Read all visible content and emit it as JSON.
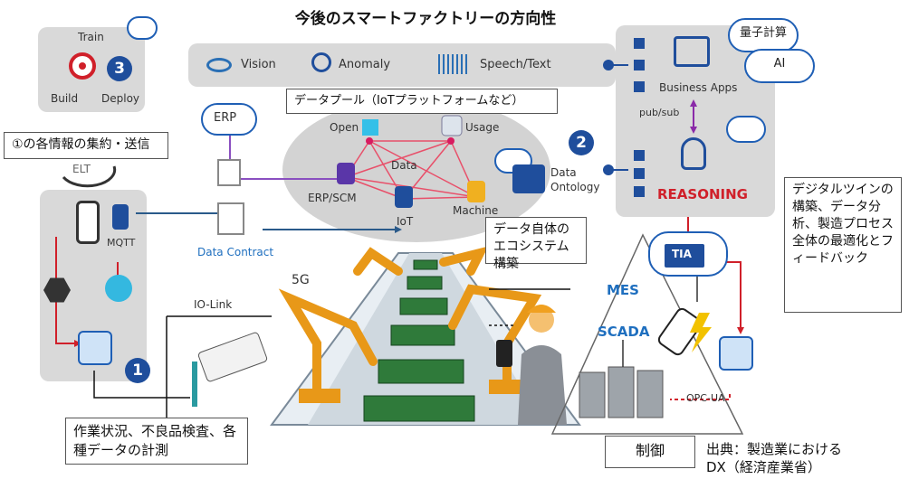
{
  "title": "今後のスマートファクトリーの方向性",
  "top_left": {
    "train": "Train",
    "build": "Build",
    "deploy": "Deploy",
    "badge": "3"
  },
  "capabilities": {
    "vision": "Vision",
    "anomaly": "Anomaly",
    "speech": "Speech/Text"
  },
  "business": {
    "label": "Business Apps",
    "pubsub": "pub/sub",
    "reasoning": "REASONING",
    "badge": "2"
  },
  "clouds": {
    "quantum": "量子計算",
    "ai": "AI"
  },
  "data_pool": {
    "label": "データプール（IoTプラットフォームなど）",
    "center": "Data",
    "nodes": {
      "open": "Open",
      "usage": "Usage",
      "erp_scm": "ERP/SCM",
      "iot": "IoT",
      "machine": "Machine"
    }
  },
  "erp": "ERP",
  "callout_elt": {
    "text": "①の各情報の集約・送信",
    "elt": "ELT"
  },
  "data_contract": "Data Contract",
  "ontology": {
    "line1": "Data",
    "line2": "Ontology"
  },
  "callout_ecosystem": "データ自体のエコシステム構築",
  "callout_twin": "デジタルツインの構築、データ分析、製造プロセス全体の最適化とフィードバック",
  "left_panel": {
    "mqtt": "MQTT",
    "badge": "1"
  },
  "io_link": "IO-Link",
  "net_5g": "5G",
  "control": {
    "mes": "MES",
    "scada": "SCADA",
    "tia": "TIA",
    "opcua": "OPC-UA"
  },
  "callout_measure": "作業状況、不良品検査、各種データの計測",
  "callout_control": "制御",
  "source": {
    "line1": "出典：製造業における",
    "line2": "DX（経済産業省）"
  },
  "colors": {
    "navy": "#1f4e9c",
    "accent_blue": "#1f6fbf",
    "red": "#d0202a",
    "panel_gray": "#d9d9d9",
    "robot_orange": "#f0a020"
  }
}
